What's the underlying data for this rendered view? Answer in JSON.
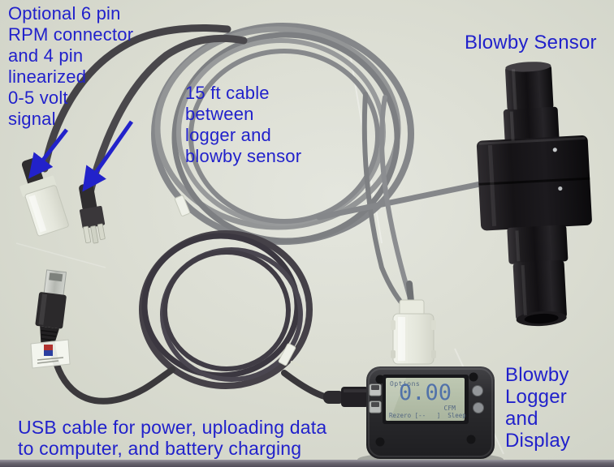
{
  "scene": {
    "description": "Annotated product photo of blowby measurement kit on light table",
    "background_color": "#d8dbd0",
    "annotation_color": "#2121cb"
  },
  "annotations": {
    "pins_note": "Optional 6 pin\nRPM connector\nand 4 pin\nlinearized\n0-5 volt\nsignal",
    "cable_note": "15 ft cable\nbetween\nlogger and\nblowby sensor",
    "sensor_label": "Blowby Sensor",
    "logger_label": "Blowby\nLogger\nand\nDisplay",
    "usb_note": "USB cable for power, uploading data\nto computer, and battery charging"
  },
  "logger_display": {
    "top_menu": "Options",
    "value": "0.00",
    "unit": "CFM",
    "bottom_menu": "Rezero [--   ]  Sleep"
  },
  "colors": {
    "gray_cable": "#8d8f90",
    "black_cable": "#434043",
    "sensor_body": "#1b191b",
    "logger_body": "#2b2b2e",
    "lcd_green": "#b7c2ab",
    "lcd_digits": "#4c6ea9",
    "connector_white": "#eceee6",
    "arrow_blue": "#2222ca"
  }
}
